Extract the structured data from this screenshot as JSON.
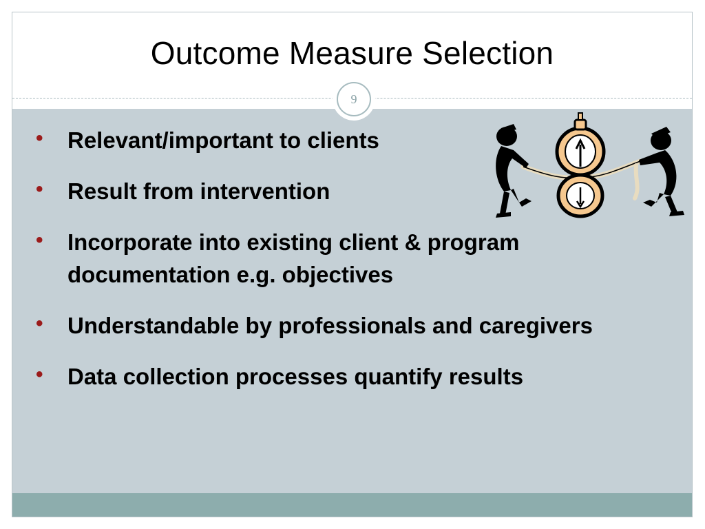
{
  "slide": {
    "title": "Outcome Measure Selection",
    "page_number": "9",
    "bullets": [
      "Relevant/important to clients",
      "Result from intervention",
      "Incorporate into existing client & program documentation e.g. objectives",
      "Understandable by professionals and caregivers",
      "Data collection processes quantify results"
    ],
    "bullet_glyph": "•",
    "colors": {
      "content_background": "#c5d0d6",
      "footer_bar": "#8dadad",
      "bullet": "#9b1b1b",
      "clock_fill": "#f6c88f"
    },
    "illustration_icon": "tug-of-war-clock-icon"
  }
}
